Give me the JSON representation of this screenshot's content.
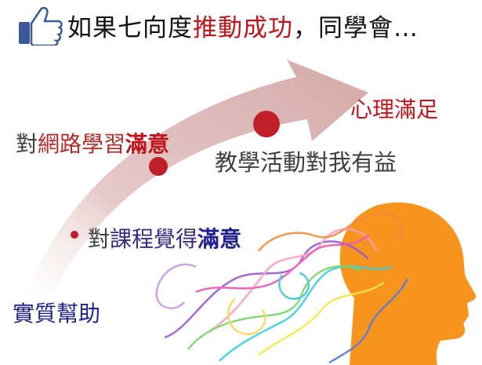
{
  "title": {
    "prefix": "如果七向度",
    "highlight": "推動成功",
    "suffix": "，同學會…"
  },
  "icons": {
    "thumb": "thumbs-up-icon",
    "head": "head-silhouette-icon"
  },
  "stages": {
    "goal": "心理滿足",
    "benefit": "教學活動對我有益",
    "web_prefix": "對",
    "web_mid": "網路學習",
    "web_strong": "滿意",
    "course_prefix": "對",
    "course_mid": "課程覺得",
    "course_strong": "滿意",
    "start": "實質幫助"
  },
  "colors": {
    "accent_red": "#c0141a",
    "dark_blue": "#1f1f8f",
    "arrow": "#dcbcbc",
    "head": "#f7941d",
    "thumb_blue": "#3b5998"
  }
}
